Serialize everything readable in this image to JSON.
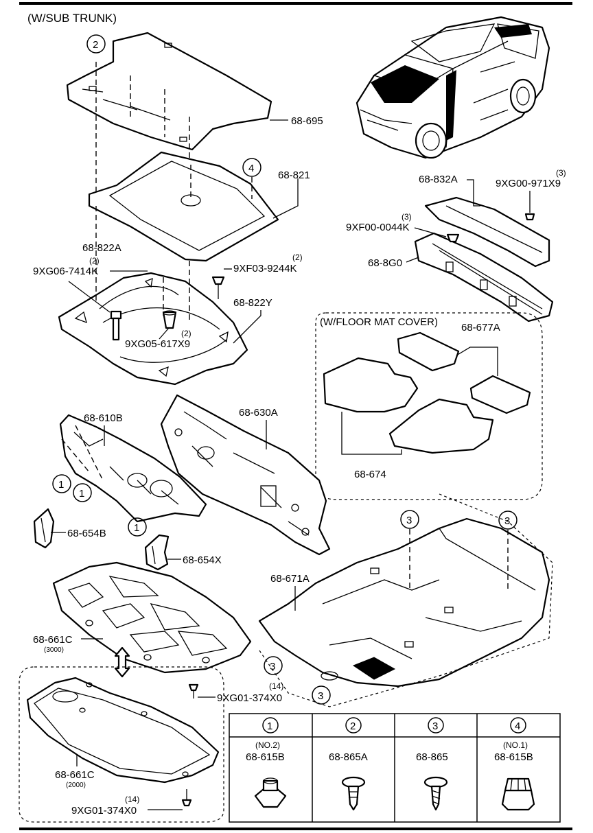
{
  "header": {
    "title": "(W/SUB TRUNK)"
  },
  "callouts": {
    "c1": "1",
    "c2": "2",
    "c3": "3",
    "c4": "4"
  },
  "labels": {
    "p68_695": "68-695",
    "p68_821": "68-821",
    "p68_822A": "68-822A",
    "p9XG06_7414K": "9XG06-7414K",
    "p9XG06_7414K_qty": "(2)",
    "p9XF03_9244K": "9XF03-9244K",
    "p9XF03_9244K_qty": "(2)",
    "p68_822Y": "68-822Y",
    "p9XG05_617X9": "9XG05-617X9",
    "p9XG05_617X9_qty": "(2)",
    "p68_832A": "68-832A",
    "p9XG00_971X9": "9XG00-971X9",
    "p9XG00_971X9_qty": "(3)",
    "p9XF00_0044K": "9XF00-0044K",
    "p9XF00_0044K_qty": "(3)",
    "p68_8G0": "68-8G0",
    "floor_mat_cover": "(W/FLOOR MAT COVER)",
    "p68_677A": "68-677A",
    "p68_674": "68-674",
    "p68_610B": "68-610B",
    "p68_630A": "68-630A",
    "p68_654B": "68-654B",
    "p68_654X": "68-654X",
    "p68_671A": "68-671A",
    "p68_661C_top": "68-661C",
    "p68_661C_top_cnt": "(3000)",
    "p9XG01_374X0_top": "9XG01-374X0",
    "p9XG01_374X0_top_qty": "(14)",
    "p68_661C_bot": "68-661C",
    "p68_661C_bot_cnt": "(2000)",
    "p9XG01_374X0_bot": "9XG01-374X0",
    "p9XG01_374X0_bot_qty": "(14)"
  },
  "fastener_table": [
    {
      "num": "1",
      "note": "(NO.2)",
      "part": "68-615B"
    },
    {
      "num": "2",
      "note": "",
      "part": "68-865A"
    },
    {
      "num": "3",
      "note": "",
      "part": "68-865"
    },
    {
      "num": "4",
      "note": "(NO.1)",
      "part": "68-615B"
    }
  ]
}
